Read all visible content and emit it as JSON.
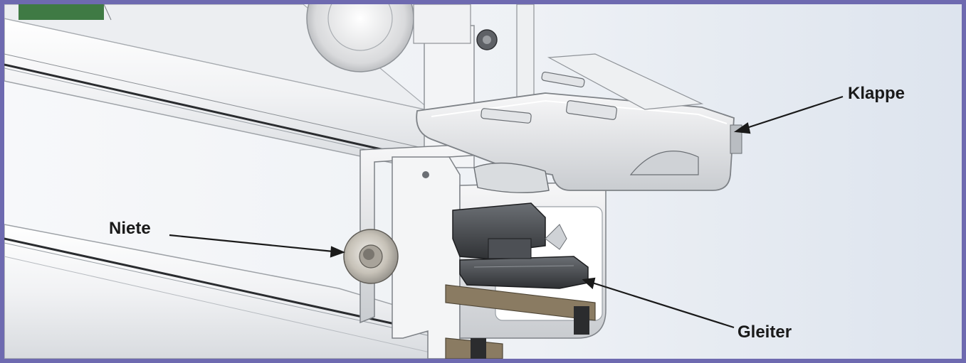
{
  "labels": {
    "klappe": "Klappe",
    "niete": "Niete",
    "gleiter": "Gleiter"
  },
  "colors": {
    "frame": "#6e6ab0",
    "metal_light": "#f4f5f6",
    "metal_mid": "#c9ccd0",
    "metal_dark": "#6b6f74",
    "slider_dark": "#3c3e42",
    "rail_brown": "#8a7b62",
    "pcb_green": "#3f7a44"
  }
}
